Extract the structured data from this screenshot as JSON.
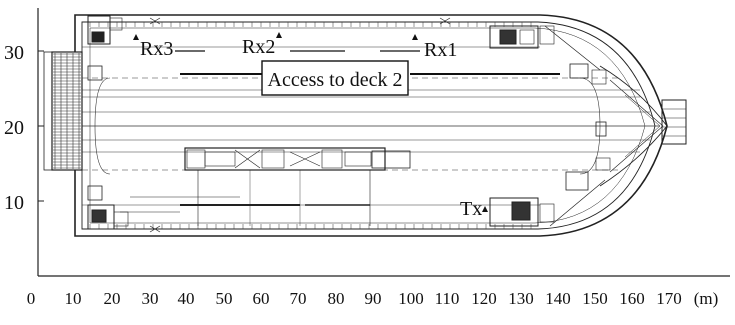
{
  "plot": {
    "y_ticks": [
      "30",
      "20",
      "10"
    ],
    "x_ticks": [
      "0",
      "10",
      "20",
      "30",
      "40",
      "50",
      "60",
      "70",
      "80",
      "90",
      "100",
      "110",
      "120",
      "130",
      "140",
      "150",
      "160",
      "170"
    ],
    "x_unit": "(m)"
  },
  "labels": {
    "rx3": "Rx3",
    "rx2": "Rx2",
    "rx1": "Rx1",
    "tx": "Tx",
    "access": "Access to deck 2"
  },
  "colors": {
    "line": "#222222",
    "background": "#ffffff"
  }
}
